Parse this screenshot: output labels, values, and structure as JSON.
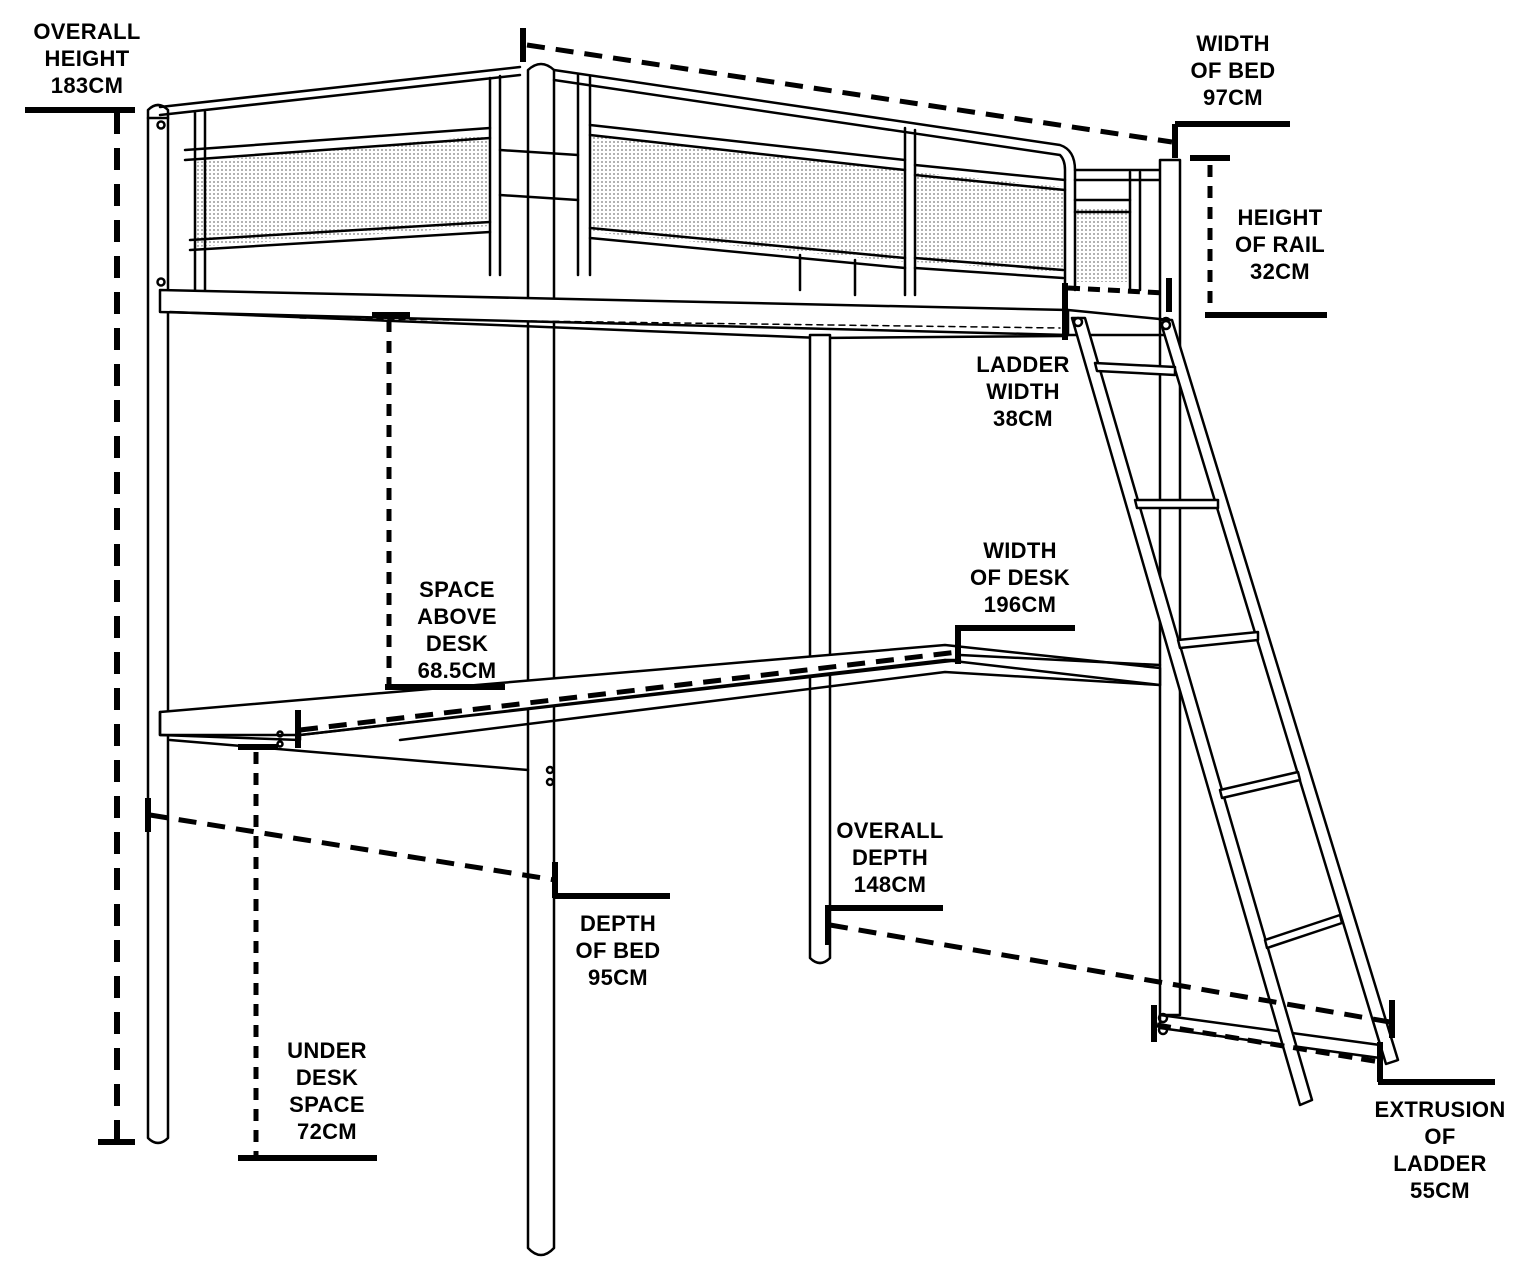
{
  "colors": {
    "ink": "#000000",
    "background": "#ffffff",
    "mesh": "#b8b8b8"
  },
  "dimensions": {
    "overall_height": [
      "OVERALL",
      "HEIGHT",
      "183CM"
    ],
    "width_of_bed": [
      "WIDTH",
      "OF BED",
      "97CM"
    ],
    "height_of_rail": [
      "HEIGHT",
      "OF RAIL",
      "32CM"
    ],
    "ladder_width": [
      "LADDER",
      "WIDTH",
      "38CM"
    ],
    "space_above_desk": [
      "SPACE",
      "ABOVE",
      "DESK",
      "68.5CM"
    ],
    "width_of_desk": [
      "WIDTH",
      "OF DESK",
      "196CM"
    ],
    "depth_of_bed": [
      "DEPTH",
      "OF BED",
      "95CM"
    ],
    "overall_depth": [
      "OVERALL",
      "DEPTH",
      "148CM"
    ],
    "under_desk_space": [
      "UNDER",
      "DESK",
      "SPACE",
      "72CM"
    ],
    "extrusion_of_ladder": [
      "EXTRUSION",
      "OF",
      "LADDER",
      "55CM"
    ]
  }
}
